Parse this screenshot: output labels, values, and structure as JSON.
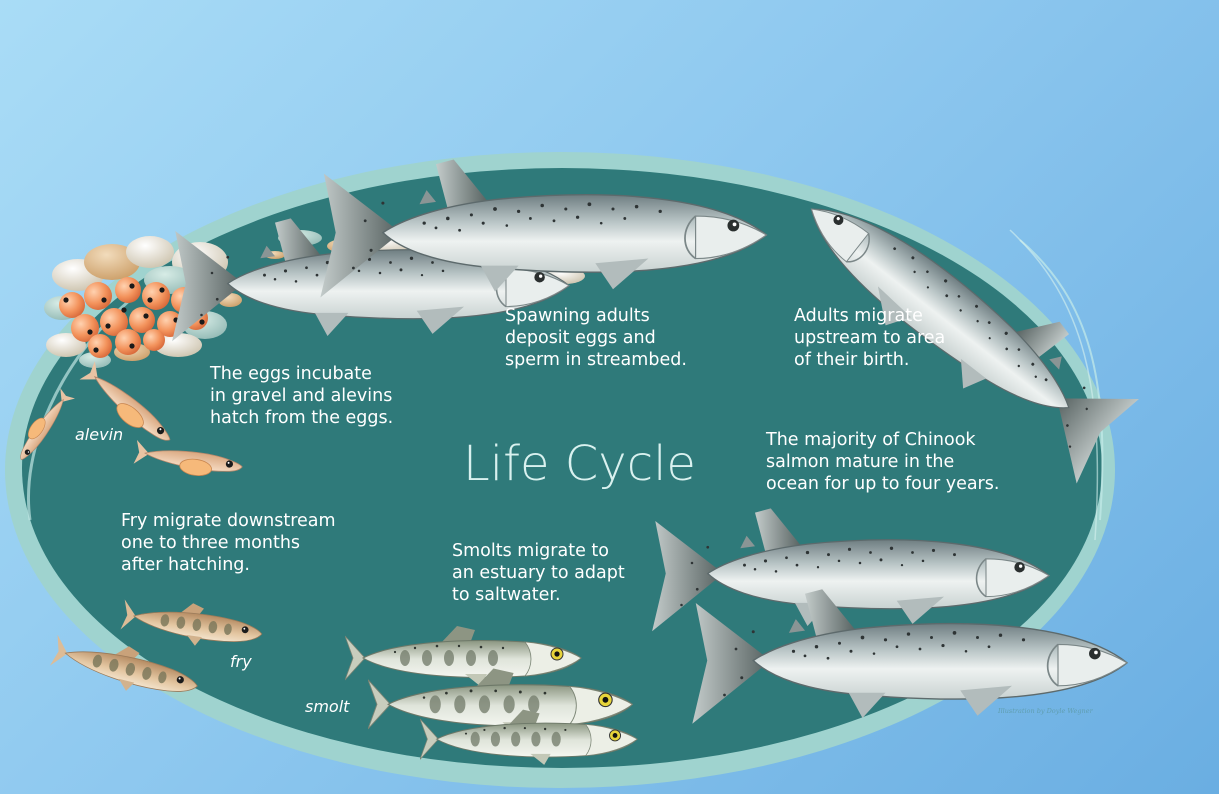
{
  "title": "Life Cycle",
  "steps": {
    "spawning": [
      "Spawning adults",
      "deposit eggs and",
      "sperm in streambed."
    ],
    "migrate_up": [
      "Adults migrate",
      "upstream to area",
      "of their birth."
    ],
    "incubate": [
      "The eggs incubate",
      "in gravel and alevins",
      "hatch from the eggs."
    ],
    "ocean": [
      "The majority of Chinook",
      "salmon mature in the",
      "ocean for up to four years."
    ],
    "fry": [
      "Fry migrate downstream",
      "one to three months",
      "after hatching."
    ],
    "smolt": [
      "Smolts migrate to",
      "an estuary to adapt",
      "to saltwater."
    ]
  },
  "stage_labels": {
    "alevin": "alevin",
    "fry": "fry",
    "smolt": "smolt"
  },
  "credit": "Illustration by Doyle Wegner",
  "colors": {
    "pool": "#2f7a7a",
    "pool_rim": "#9fd3cf",
    "sky": "#8ec8ef",
    "egg": "#f3a06c"
  }
}
